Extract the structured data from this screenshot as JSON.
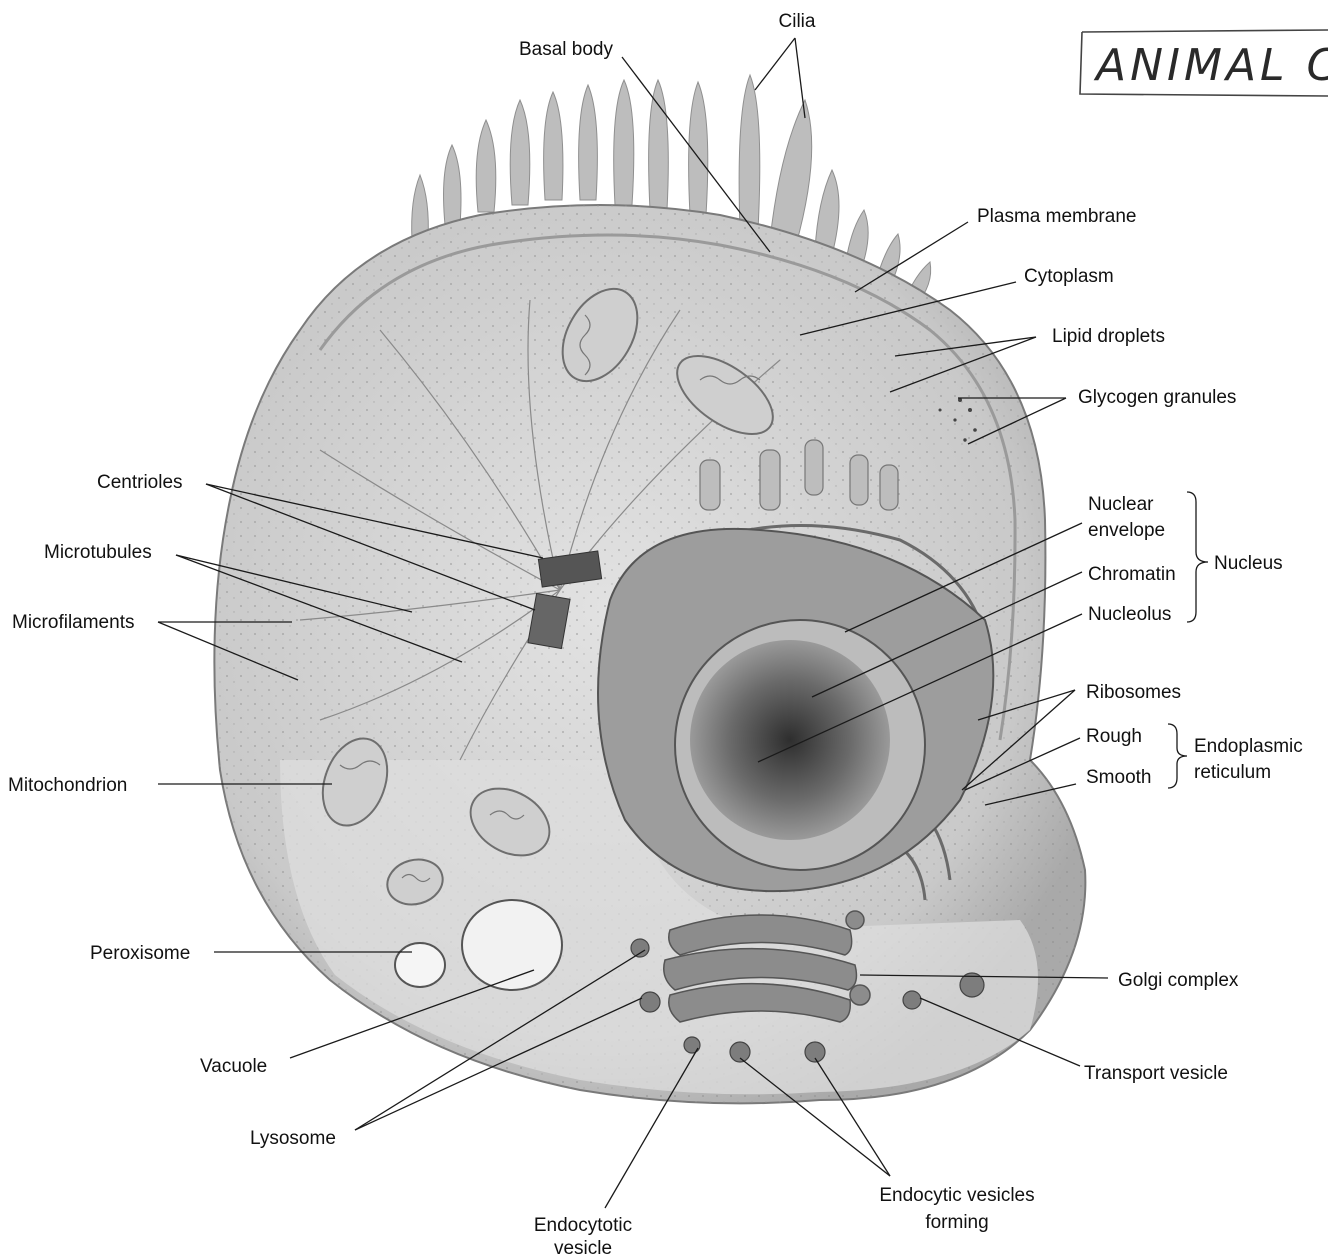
{
  "title": "ANIMAL C",
  "labels": {
    "cilia": "Cilia",
    "basal_body": "Basal body",
    "plasma_membrane": "Plasma membrane",
    "cytoplasm": "Cytoplasm",
    "lipid_droplets": "Lipid droplets",
    "glycogen_granules": "Glycogen granules",
    "centrioles": "Centrioles",
    "microtubules": "Microtubules",
    "microfilaments": "Microfilaments",
    "nuclear_envelope_1": "Nuclear",
    "nuclear_envelope_2": "envelope",
    "chromatin": "Chromatin",
    "nucleolus": "Nucleolus",
    "nucleus": "Nucleus",
    "ribosomes": "Ribosomes",
    "rough": "Rough",
    "smooth": "Smooth",
    "er_1": "Endoplasmic",
    "er_2": "reticulum",
    "mitochondrion": "Mitochondrion",
    "peroxisome": "Peroxisome",
    "golgi": "Golgi complex",
    "vacuole": "Vacuole",
    "transport_vesicle": "Transport vesicle",
    "lysosome": "Lysosome",
    "endocytic_1": "Endocytic vesicles",
    "endocytic_2": "forming",
    "endocytotic_1": "Endocytotic",
    "endocytotic_2": "vesicle"
  }
}
